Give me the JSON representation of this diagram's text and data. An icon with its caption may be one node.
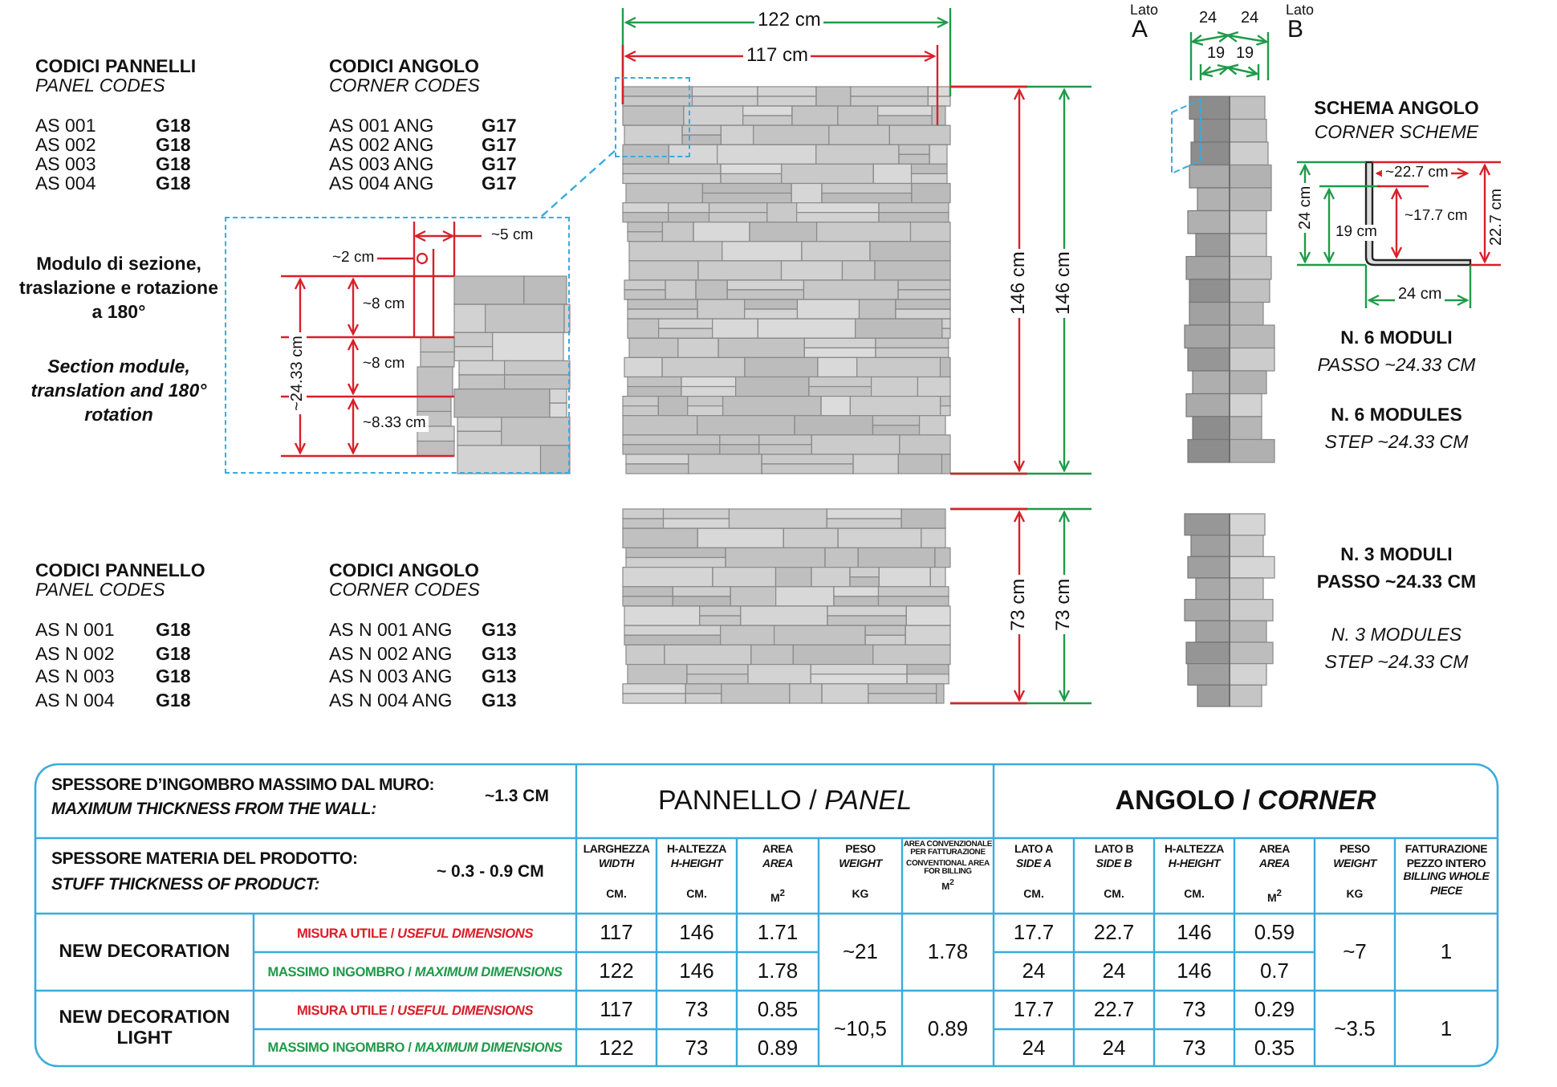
{
  "diagram": {
    "nodes": [
      {
        "text": [],
        "shape": "box"
      },
      {
        "text": [],
        "shape": "box",
        "beside": [
          "Modulo di sezione, traslazione e rotazione a 180°",
          "Section module, translation and 180° rotation"
        ]
      }
    ],
    "edges": [
      {
        "from": 0,
        "to": 1,
        "arrow": "none",
        "style": "dashed"
      }
    ],
    "labels": [
      "CODICI PANNELLI",
      "PANEL CODES",
      "AS 001",
      "G18",
      "AS 002",
      "G18",
      "AS 003",
      "G18",
      "AS 004",
      "G18",
      "CODICI ANGOLO",
      "CORNER CODES",
      "AS 001 ANG",
      "G17",
      "AS 002 ANG",
      "G17",
      "AS 003 ANG",
      "G17",
      "AS 004 ANG",
      "G17",
      "122 cm",
      "117 cm",
      "Lato",
      "A",
      "Lato",
      "B",
      "24",
      "24",
      "19",
      "19",
      "~5 cm",
      "~2 cm",
      "~24.33 cm",
      "~8 cm",
      "~8 cm",
      "~8.33 cm",
      "146 cm",
      "146 cm",
      "SCHEMA ANGOLO",
      "CORNER SCHEME",
      "~22.7 cm",
      "24 cm",
      "19 cm",
      "~17.7 cm",
      "22.7 cm",
      "24 cm",
      "N. 6 MODULI",
      "PASSO ~24.33 CM",
      "N. 6 MODULES",
      "STEP ~24.33 CM",
      "CODICI PANNELLO",
      "PANEL CODES",
      "AS N 001",
      "G18",
      "AS N 002",
      "G18",
      "AS N 003",
      "G18",
      "AS N 004",
      "G18",
      "CODICI ANGOLO",
      "CORNER CODES",
      "AS N 001 ANG",
      "G13",
      "AS N 002 ANG",
      "G13",
      "AS N 003 ANG",
      "G13",
      "AS N 004 ANG",
      "G13",
      "73 cm",
      "73 cm",
      "N. 3 MODULI",
      "PASSO ~24.33 CM",
      "N. 3 MODULES",
      "STEP ~24.33 CM",
      "SPESSORE D’INGOMBRO MASSIMO DAL MURO:",
      "MAXIMUM THICKNESS FROM THE WALL:",
      "~1.3 CM",
      "PANNELLO / *PANEL*",
      "ANGOLO / *CORNER*",
      "SPESSORE MATERIA DEL PRODOTTO:",
      "STUFF THICKNESS OF PRODUCT:",
      "~ 0.3 - 0.9 CM",
      "LARGHEZZA",
      "WIDTH",
      "CM.",
      "H-ALTEZZA",
      "H-HEIGHT",
      "CM.",
      "AREA",
      "AREA",
      "M$^{2}$",
      "PESO",
      "WEIGHT",
      "KG",
      "AREA CONVENZIONALE PER FATTURAZIONE",
      "CONVENTIONAL AREA FOR BILLING",
      "M$^{2}$",
      "LATO A",
      "SIDE A",
      "CM.",
      "LATO B",
      "SIDE B",
      "CM.",
      "H-ALTEZZA",
      "H-HEIGHT",
      "CM.",
      "AREA",
      "AREA",
      "M$^{2}$",
      "PESO",
      "WEIGHT",
      "KG",
      "FATTURAZIONE PEZZO INTERO",
      "BILLING WHOLE PIECE",
      "NEW DECORATION",
      "MISURA UTILE / *USEFUL DIMENSIONS*",
      "117",
      "146",
      "1.71",
      "~21",
      "1.78",
      "17.7",
      "22.7",
      "146",
      "0.59",
      "~7",
      "1",
      "MASSIMO INGOMBRO / *MAXIMUM DIMENSIONS*",
      "122",
      "146",
      "1.78",
      "24",
      "24",
      "146",
      "0.7",
      "NEW DECORATION LIGHT",
      "MISURA UTILE / *USEFUL DIMENSIONS*",
      "117",
      "73",
      "0.85",
      "~10,5",
      "0.89",
      "17.7",
      "22.7",
      "73",
      "0.29",
      "~3.5",
      "1",
      "MASSIMO INGOMBRO / *MAXIMUM DIMENSIONS*",
      "122",
      "73",
      "0.89",
      "24",
      "24",
      "73",
      "0.35"
    ]
  }
}
